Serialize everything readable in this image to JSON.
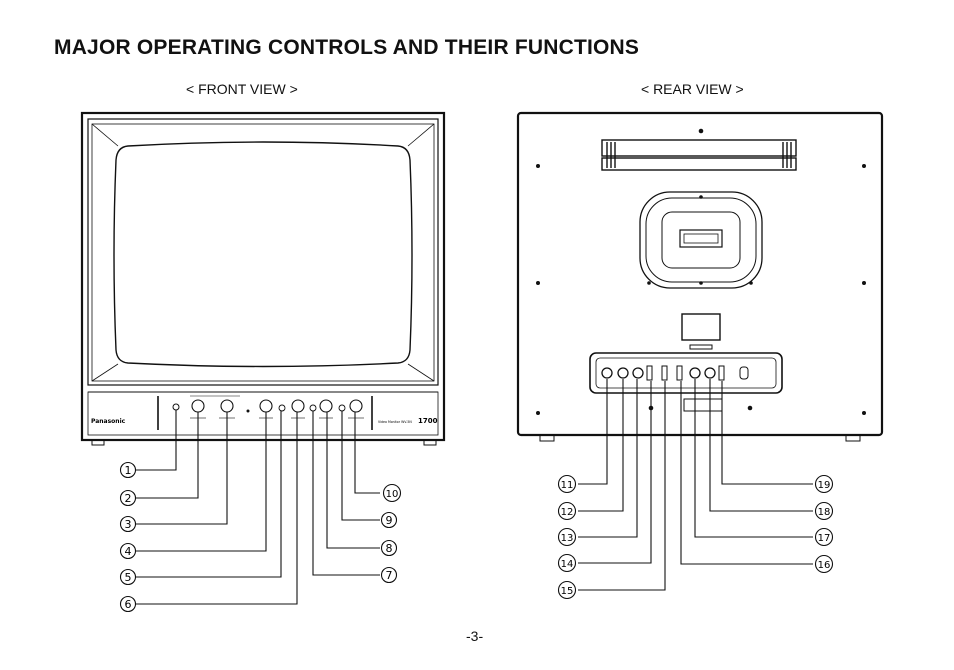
{
  "page": {
    "title": "MAJOR OPERATING CONTROLS AND THEIR FUNCTIONS",
    "front_view_label": "< FRONT VIEW >",
    "rear_view_label": "< REAR VIEW >",
    "page_number": "-3-"
  },
  "monitor": {
    "brand": "Panasonic",
    "model_text": "Video Monitor WV-5N",
    "model_number": "1700"
  },
  "callouts": {
    "front": [
      "1",
      "2",
      "3",
      "4",
      "5",
      "6",
      "7",
      "8",
      "9",
      "10"
    ],
    "rear": [
      "11",
      "12",
      "13",
      "14",
      "15",
      "16",
      "17",
      "18",
      "19"
    ]
  }
}
